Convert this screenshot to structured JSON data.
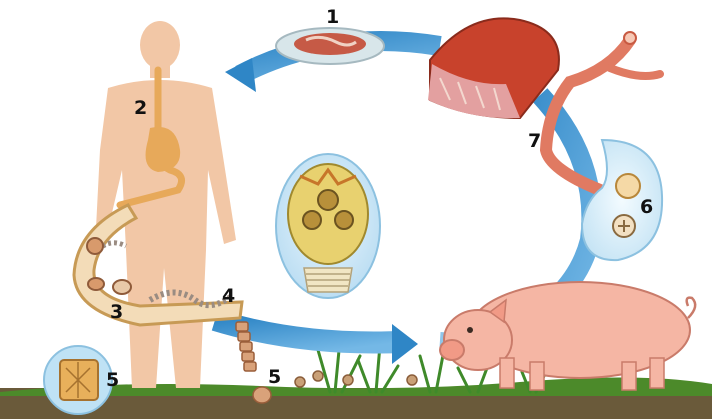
{
  "diagram": {
    "step_labels": {
      "s1": "1",
      "s2": "2",
      "s3": "3",
      "s4": "4",
      "s5a": "5",
      "s5b": "5",
      "s6": "6",
      "s7": "7"
    },
    "colors": {
      "arrow": "#3a94cf",
      "arrow_light": "#8fc6ea",
      "human": "#f2c7a6",
      "gut": "#e7a95a",
      "pig": "#f5b6a4",
      "meat": "#c8422c",
      "ground": "#4c8a2a",
      "soil": "#6a5a3a"
    }
  }
}
